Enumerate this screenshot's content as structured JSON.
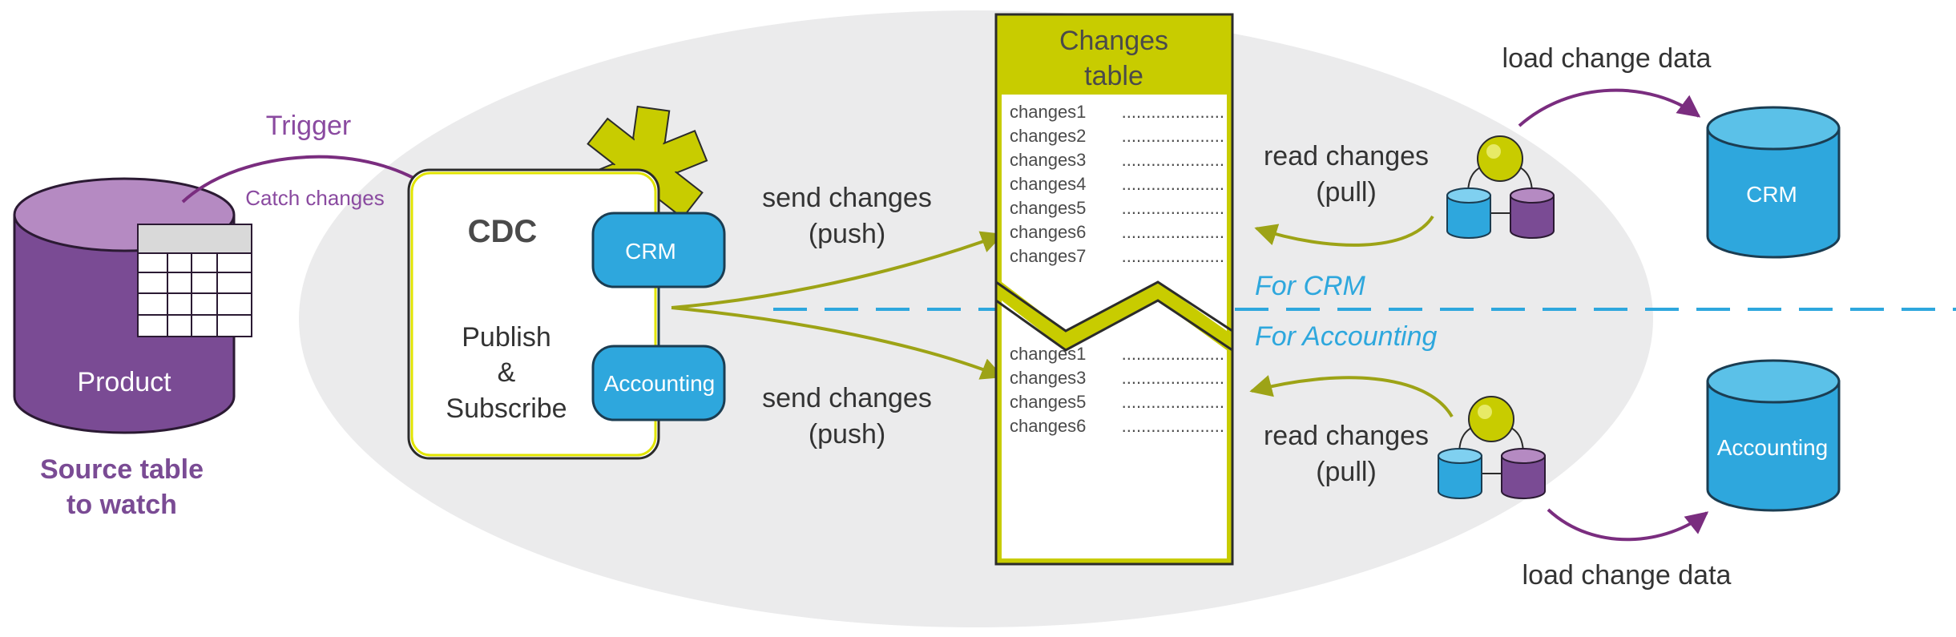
{
  "colors": {
    "purple": "#7a4b94",
    "purple_light": "#b58ac2",
    "olive": "#c8cc00",
    "olive_arrow": "#9da316",
    "blue": "#2ea7dd",
    "gray_bg": "#ebebec",
    "text_dark": "#3c3c3c",
    "for_label": "#2ea7dd"
  },
  "source": {
    "db_label": "Product",
    "caption_line1": "Source table",
    "caption_line2": "to watch"
  },
  "trigger": {
    "label": "Trigger",
    "sublabel": "Catch changes"
  },
  "cdc": {
    "title": "CDC",
    "pub_line1": "Publish",
    "pub_line2": "&",
    "pub_line3": "Subscribe",
    "sub_crm": "CRM",
    "sub_accounting": "Accounting"
  },
  "push": {
    "top_line1": "send changes",
    "top_line2": "(push)",
    "bottom_line1": "send changes",
    "bottom_line2": "(push)"
  },
  "changes_table": {
    "title_line1": "Changes",
    "title_line2": "table",
    "crm_rows": [
      "changes1",
      "changes2",
      "changes3",
      "changes4",
      "changes5",
      "changes6",
      "changes7"
    ],
    "accounting_rows": [
      "changes1",
      "changes3",
      "changes5",
      "changes6"
    ]
  },
  "divider": {
    "for_crm": "For CRM",
    "for_accounting": "For Accounting"
  },
  "pull": {
    "top_line1": "read changes",
    "top_line2": "(pull)",
    "bottom_line1": "read changes",
    "bottom_line2": "(pull)"
  },
  "targets": {
    "load_top": "load change data",
    "load_bottom": "load change data",
    "crm_db": "CRM",
    "accounting_db": "Accounting"
  }
}
